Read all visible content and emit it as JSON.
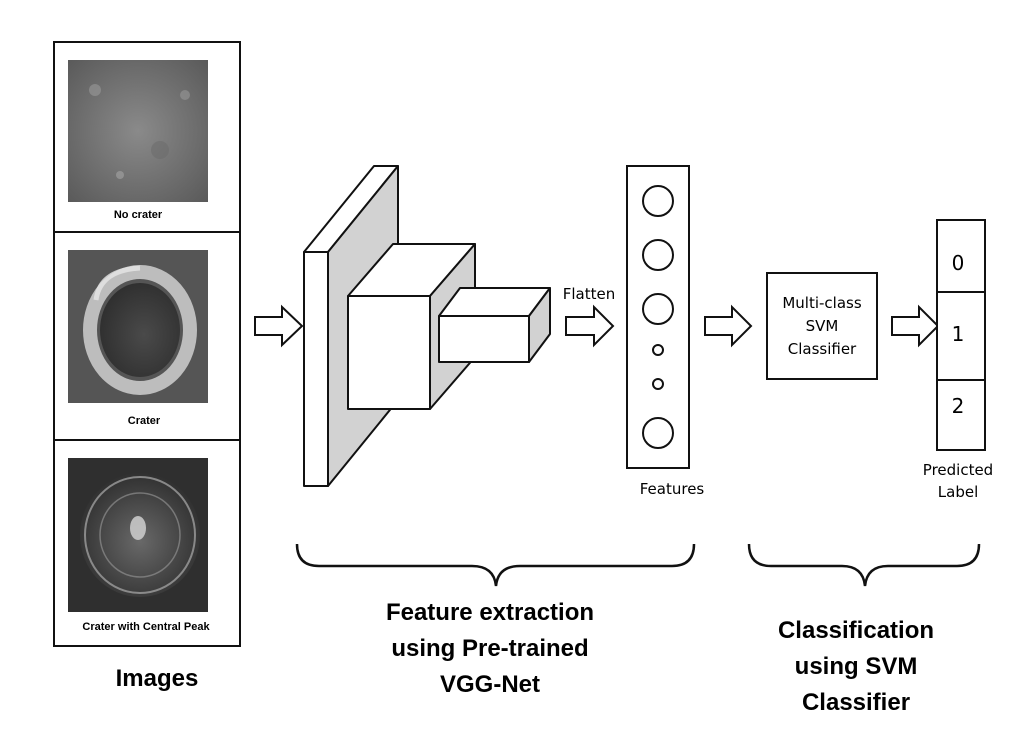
{
  "images_panel": {
    "title": "Images",
    "items": [
      {
        "caption": "No crater"
      },
      {
        "caption": "Crater"
      },
      {
        "caption": "Crater with Central Peak"
      }
    ]
  },
  "flatten_label": "Flatten",
  "features_label": "Features",
  "svm_box": {
    "lines": [
      "Multi-class",
      "SVM",
      "Classifier"
    ]
  },
  "predicted": {
    "values": [
      "0",
      "1",
      "2"
    ],
    "label_lines": [
      "Predicted",
      "Label"
    ]
  },
  "feature_extraction_caption": [
    "Feature extraction",
    "using Pre-trained",
    "VGG-Net"
  ],
  "classification_caption": [
    "Classification",
    "using SVM",
    "Classifier"
  ]
}
